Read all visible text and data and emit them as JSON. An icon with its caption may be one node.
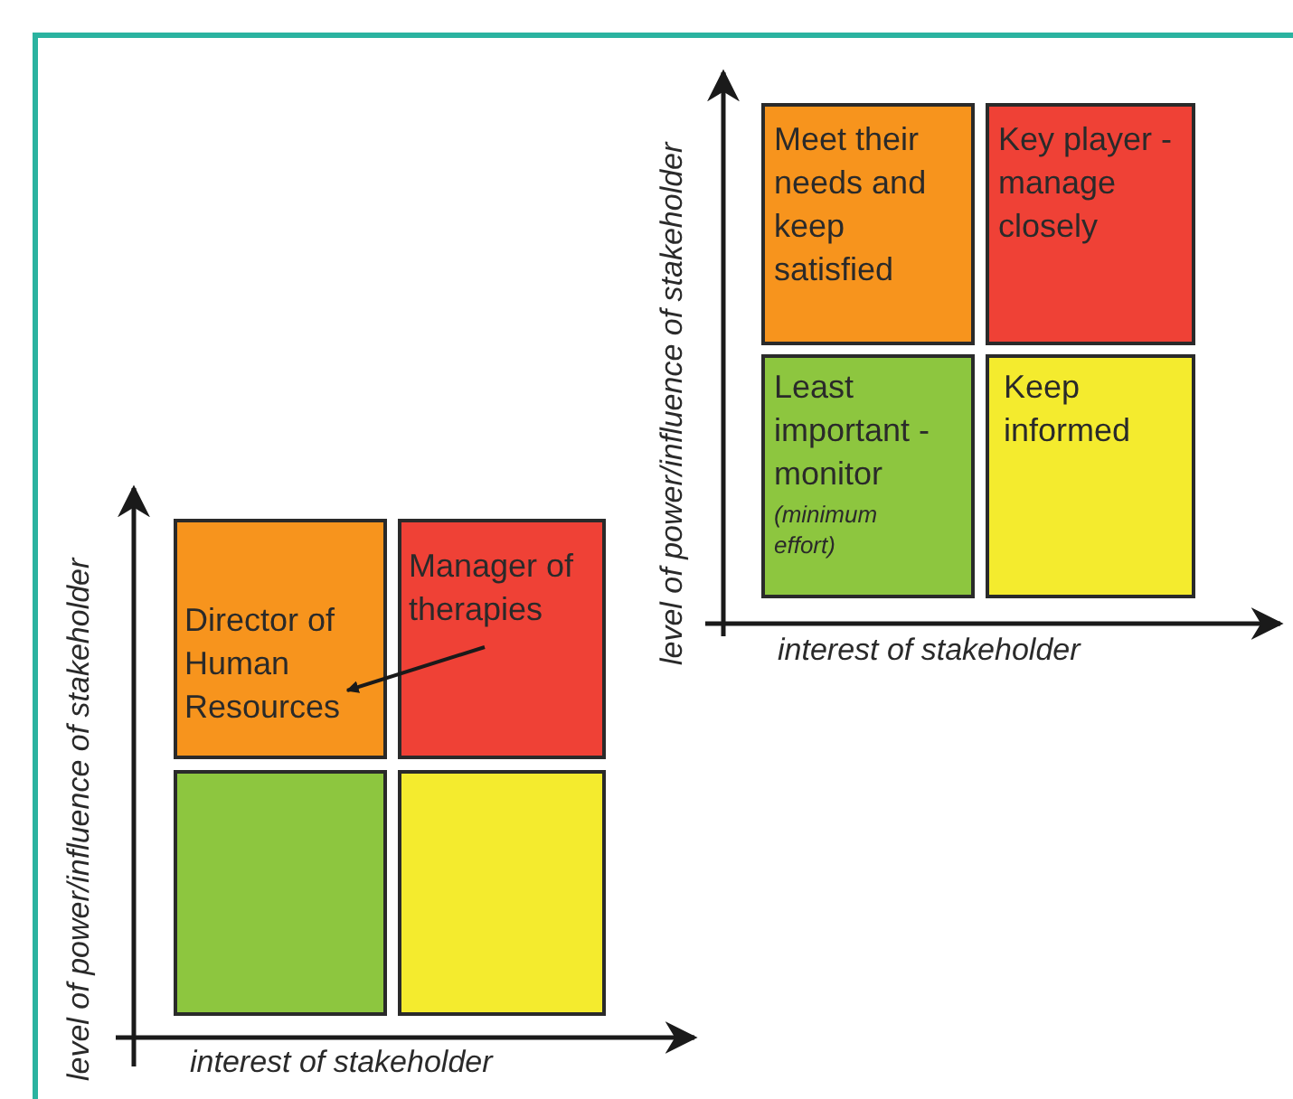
{
  "diagram": {
    "nodes": [
      {
        "text": [
          "Meet their needs and keep satisfied"
        ]
      },
      {
        "text": [
          "Key player - manage closely"
        ]
      },
      {
        "text": [
          "Least important - monitor",
          "(minimum effort)"
        ]
      },
      {
        "text": [
          "Keep informed"
        ]
      },
      {
        "text": [
          "Director of Human Resources"
        ]
      },
      {
        "text": [
          "Manager of therapies"
        ]
      },
      {
        "text": [],
        "shape": "box"
      },
      {
        "text": [],
        "shape": "box"
      }
    ],
    "edges": [
      {
        "from": 5,
        "to": 4,
        "arrow": "to"
      }
    ],
    "labels": [
      "level of power/influence of stakeholder",
      "interest of stakeholder",
      "level of power/influence of stakeholder",
      "interest of stakeholder"
    ]
  }
}
